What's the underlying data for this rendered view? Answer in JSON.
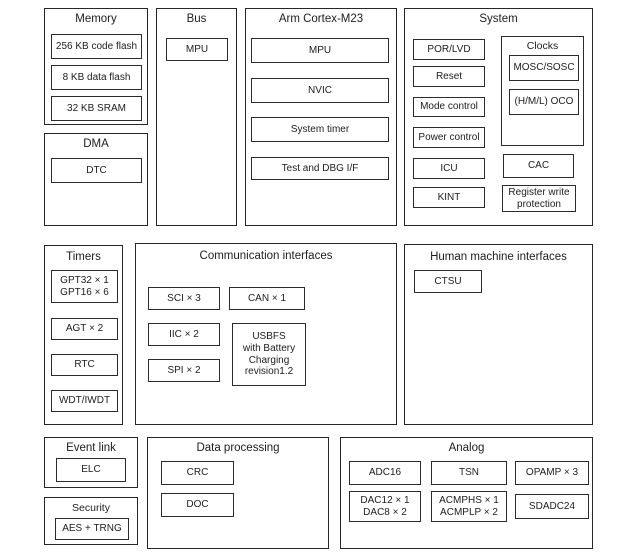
{
  "diagram": {
    "kind": "mcu-block-diagram",
    "colors": {
      "border": "#262626",
      "background": "#ffffff",
      "text": "#1d1d1d"
    },
    "memory": {
      "title": "Memory",
      "items": [
        "256 KB code flash",
        "8 KB data flash",
        "32 KB SRAM"
      ]
    },
    "dma": {
      "title": "DMA",
      "items": [
        "DTC"
      ]
    },
    "bus": {
      "title": "Bus",
      "items": [
        "MPU"
      ]
    },
    "cortex": {
      "title": "Arm Cortex-M23",
      "items": [
        "MPU",
        "NVIC",
        "System timer",
        "Test and DBG I/F"
      ]
    },
    "system": {
      "title": "System",
      "left_items": [
        "POR/LVD",
        "Reset",
        "Mode control",
        "Power control",
        "ICU",
        "KINT"
      ],
      "clocks": {
        "title": "Clocks",
        "items": [
          "MOSC/SOSC",
          "(H/M/L) OCO"
        ]
      },
      "cac": "CAC",
      "register_write_protection": "Register write\nprotection"
    },
    "timers": {
      "title": "Timers",
      "items": [
        "GPT32 × 1\nGPT16 × 6",
        "AGT × 2",
        "RTC",
        "WDT/IWDT"
      ]
    },
    "communication": {
      "title": "Communication interfaces",
      "sci": "SCI × 3",
      "can": "CAN × 1",
      "iic": "IIC × 2",
      "usbfs": "USBFS\nwith Battery\nCharging\nrevision1.2",
      "spi": "SPI × 2"
    },
    "hmi": {
      "title": "Human machine interfaces",
      "items": [
        "CTSU"
      ]
    },
    "event_link": {
      "title": "Event link",
      "items": [
        "ELC"
      ]
    },
    "security": {
      "title": "Security",
      "items": [
        "AES + TRNG"
      ]
    },
    "data_processing": {
      "title": "Data processing",
      "items": [
        "CRC",
        "DOC"
      ]
    },
    "analog": {
      "title": "Analog",
      "row1": [
        "ADC16",
        "TSN",
        "OPAMP × 3"
      ],
      "row2": [
        "DAC12 × 1\nDAC8 × 2",
        "ACMPHS × 1\nACMPLP × 2",
        "SDADC24"
      ]
    }
  }
}
